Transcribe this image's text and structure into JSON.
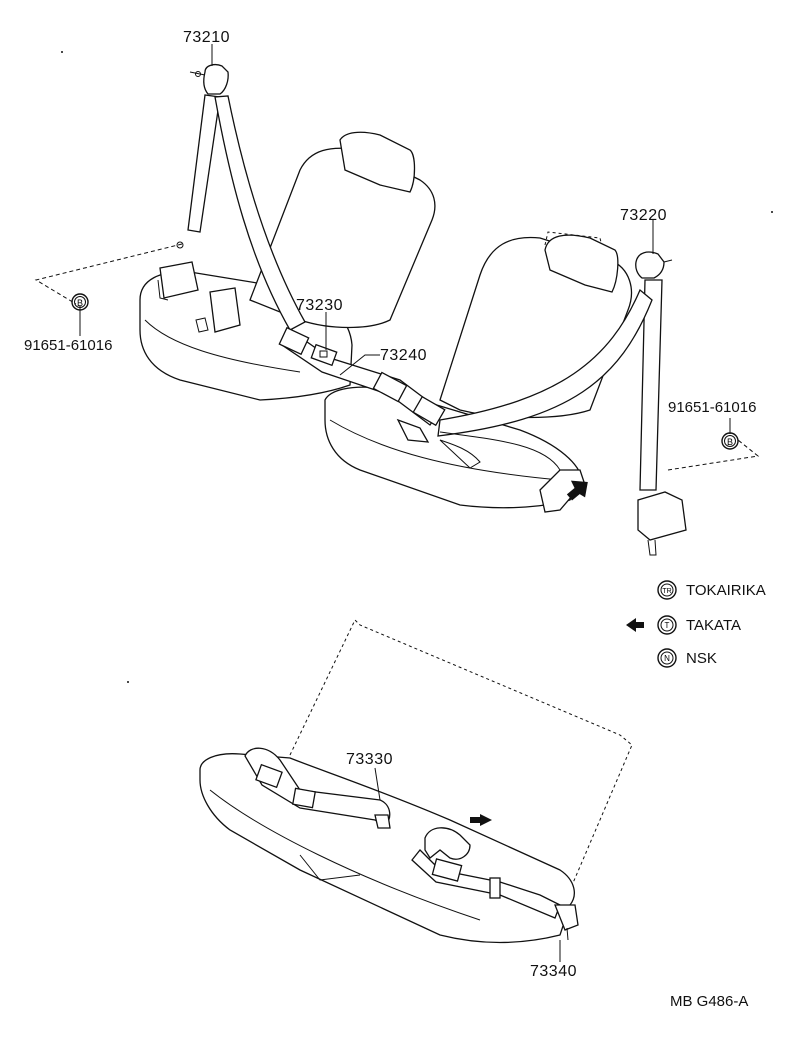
{
  "parts": {
    "p73210": "73210",
    "p73220": "73220",
    "p73230": "73230",
    "p73240": "73240",
    "p73330": "73330",
    "p73340": "73340",
    "bolt_left": "91651-61016",
    "bolt_right": "91651-61016",
    "bolt_badge": "B"
  },
  "legend": {
    "tokairika": "TOKAIRIKA",
    "tokairika_badge": "TR",
    "takata": "TAKATA",
    "takata_badge": "T",
    "nsk": "NSK",
    "nsk_badge": "N"
  },
  "figure_code": "MB G486-A"
}
